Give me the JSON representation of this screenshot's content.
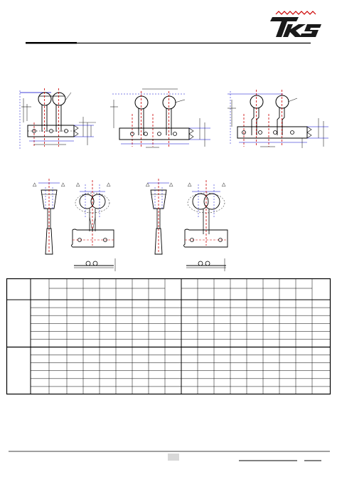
{
  "header": {
    "logo_text": "TKS",
    "logo_color": "#1a1a1a",
    "accent_color": "#cc0000"
  },
  "figures": {
    "reel_diagrams": [
      {
        "name": "taping-straight-lead"
      },
      {
        "name": "taping-formed-lead"
      },
      {
        "name": "taping-kinked-lead"
      }
    ],
    "side_views": [
      {
        "name": "side-view-left"
      },
      {
        "name": "side-view-right"
      }
    ],
    "line_colors": {
      "outline": "#000000",
      "center_line": "#cc0000",
      "dimension": "#0000cc"
    }
  },
  "table": {
    "rows": 12,
    "columns": 19,
    "row_groups": 2
  }
}
